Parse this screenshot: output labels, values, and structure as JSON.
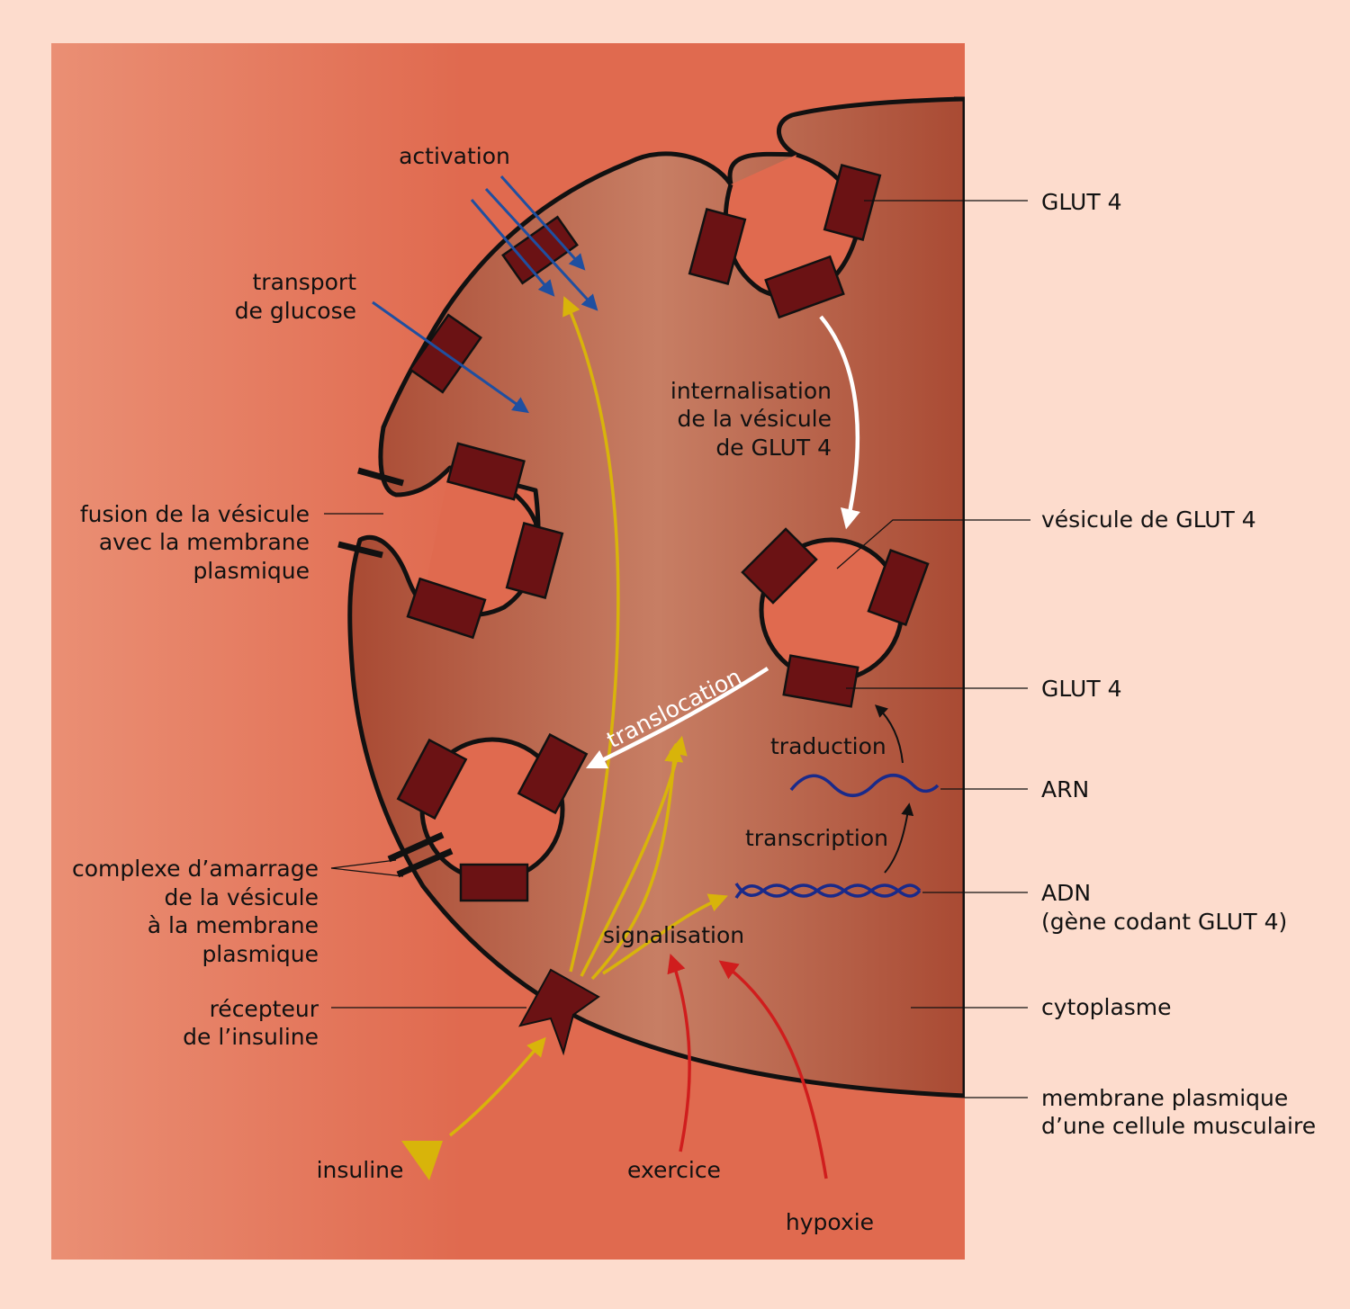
{
  "colors": {
    "page_bg": "#fddccd",
    "panel_light": "#ea8f74",
    "panel_dark": "#e06a4f",
    "cell_light": "#c77e64",
    "cell_dark": "#a94a33",
    "glut": "#6b1214",
    "membrane": "#111111",
    "blue_arrow": "#1f4fa0",
    "yellow_arrow": "#d8b40a",
    "red_arrow": "#d01d1d",
    "nucleic": "#1a2a8a",
    "white_arrow": "#ffffff"
  },
  "labels": {
    "activation": "activation",
    "transport_line1": "transport",
    "transport_line2": "de glucose",
    "glut4_top": "GLUT 4",
    "intern_line1": "internalisation",
    "intern_line2": "de la vésicule",
    "intern_line3": "de GLUT 4",
    "fusion_line1": "fusion de la vésicule",
    "fusion_line2": "avec la membrane",
    "fusion_line3": "plasmique",
    "vesicle": "vésicule de GLUT 4",
    "glut4_mid": "GLUT 4",
    "translocation": "translocation",
    "traduction": "traduction",
    "arn": "ARN",
    "transcription": "transcription",
    "adn_line1": "ADN",
    "adn_line2": "(gène codant GLUT 4)",
    "docking_line1": "complexe d’amarrage",
    "docking_line2": "de la vésicule",
    "docking_line3": "à la membrane",
    "docking_line4": "plasmique",
    "signalisation": "signalisation",
    "receptor_line1": "récepteur",
    "receptor_line2": "de l’insuline",
    "cytoplasm": "cytoplasme",
    "membrane_line1": "membrane plasmique",
    "membrane_line2": "d’une cellule musculaire",
    "insulin": "insuline",
    "exercise": "exercice",
    "hypoxia": "hypoxie"
  }
}
